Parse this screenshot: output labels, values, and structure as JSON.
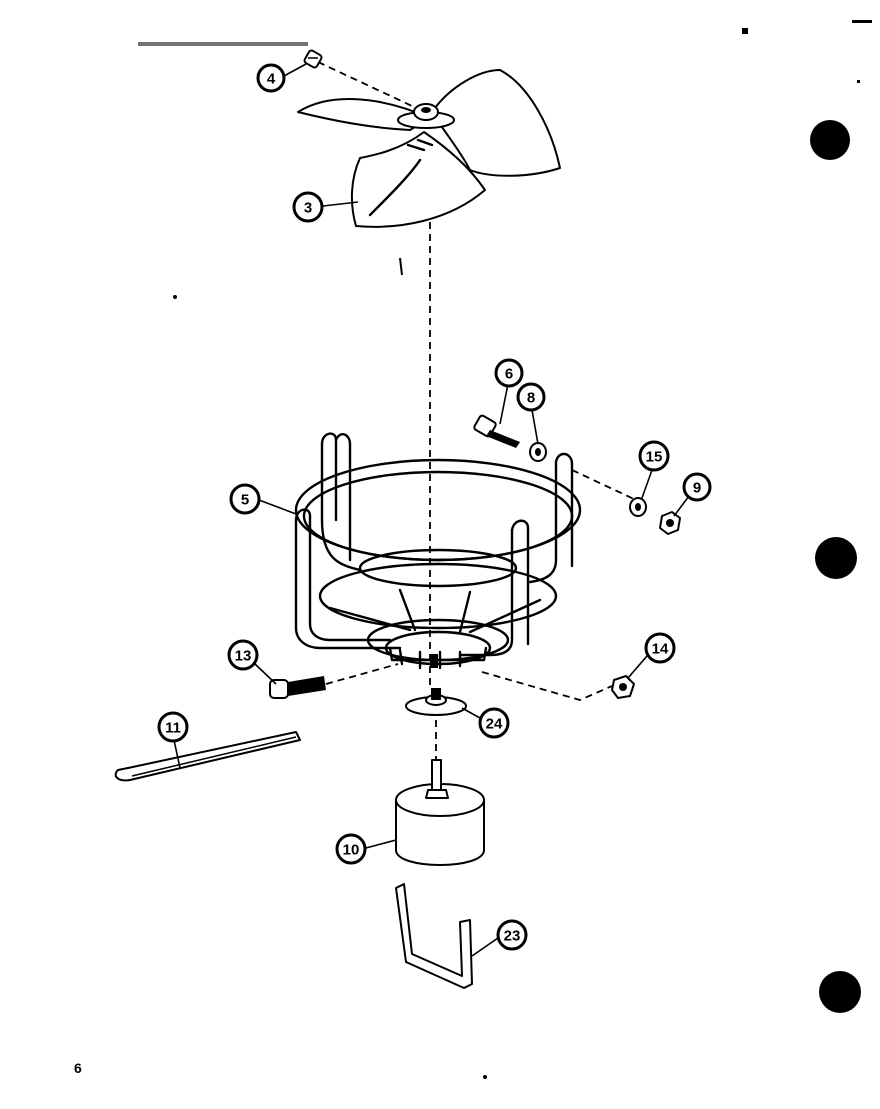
{
  "diagram": {
    "callouts": [
      {
        "id": "4",
        "label": "4"
      },
      {
        "id": "3",
        "label": "3"
      },
      {
        "id": "6",
        "label": "6"
      },
      {
        "id": "8",
        "label": "8"
      },
      {
        "id": "15",
        "label": "15"
      },
      {
        "id": "9",
        "label": "9"
      },
      {
        "id": "5",
        "label": "5"
      },
      {
        "id": "13",
        "label": "13"
      },
      {
        "id": "14",
        "label": "14"
      },
      {
        "id": "11",
        "label": "11"
      },
      {
        "id": "24",
        "label": "24"
      },
      {
        "id": "10",
        "label": "10"
      },
      {
        "id": "23",
        "label": "23"
      }
    ]
  },
  "page": {
    "number": "6"
  }
}
